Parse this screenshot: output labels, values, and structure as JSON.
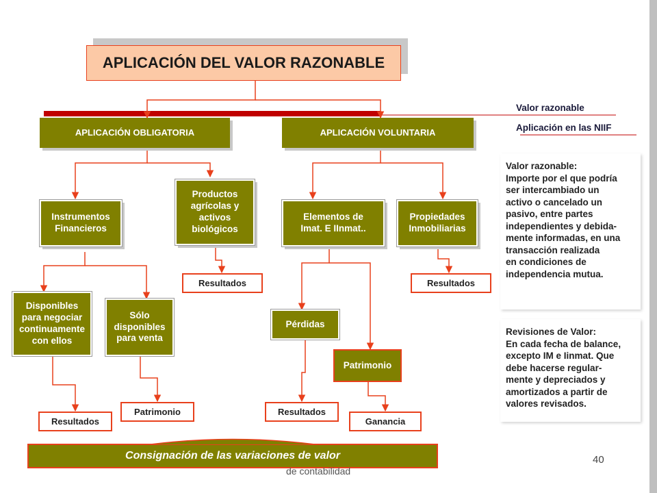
{
  "title": "APLICACIÓN DEL VALOR RAZONABLE",
  "legend": {
    "line1": "Valor razonable",
    "line2": "Aplicación en las NIIF"
  },
  "branches": {
    "mandatory": "APLICACIÓN OBLIGATORIA",
    "voluntary": "APLICACIÓN VOLUNTARIA"
  },
  "nodes": {
    "instrumentos": "Instrumentos\nFinancieros",
    "productos": "Productos\nagrícolas y\nactivos\nbiológicos",
    "elementos": "Elementos de\nImat. E IInmat..",
    "propiedades": "Propiedades\nInmobiliarias",
    "disponibles_negociar": "Disponibles\npara negociar\ncontinuamente\ncon ellos",
    "solo_disponibles": "Sólo\ndisponibles\npara venta",
    "perdidas": "Pérdidas",
    "patrimonio_olive": "Patrimonio"
  },
  "outcomes": {
    "resultados_productos": "Resultados",
    "resultados_propiedades": "Resultados",
    "resultados_disponibles": "Resultados",
    "patrimonio_solo": "Patrimonio",
    "resultados_perdidas": "Resultados",
    "ganancia": "Ganancia"
  },
  "notes": {
    "definition": "Valor razonable:\nImporte por el que podría\nser intercambiado un\nactivo o cancelado un\npasivo, entre partes\nindependientes y debida-\nmente informadas, en una\ntransacción realizada\nen condiciones de\nindependencia mutua.",
    "revisions": "Revisiones de Valor:\nEn cada fecha de balance,\nexcepto IM e Iinmat. Que\ndebe hacerse regular-\nmente y depreciados y\namortizados a partir de\nvalores revisados."
  },
  "footer": {
    "banner": "Consignación de las variaciones de valor",
    "subtitle": "de contabilidad",
    "page_number": "40"
  },
  "colors": {
    "olive": "#808000",
    "title_fill": "#fcc9a6",
    "arrow": "#e8401c",
    "red_bar": "#c00000"
  }
}
